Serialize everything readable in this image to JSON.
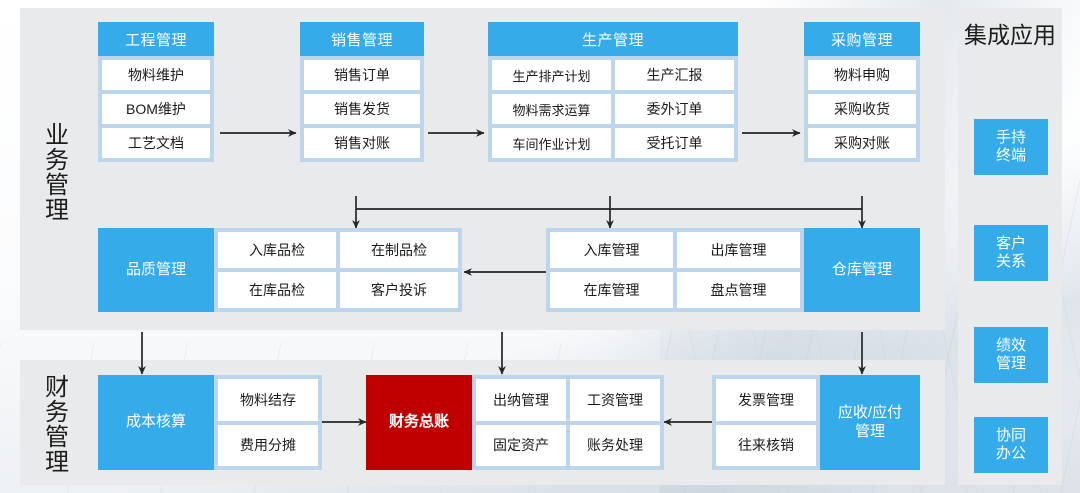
{
  "sections": {
    "business": {
      "label": "业务管理"
    },
    "finance": {
      "label": "财务管理"
    },
    "integrated": {
      "title": "集成应用"
    }
  },
  "colors": {
    "header_blue": "#35ace9",
    "body_light_blue": "#bdd6ec",
    "panel_gray": "#e9eaeb",
    "highlight_red": "#c00000",
    "item_white": "#ffffff",
    "text_dark": "#1b1b1b"
  },
  "business_row1": [
    {
      "id": "engineering",
      "title": "工程管理",
      "items": [
        "物料维护",
        "BOM维护",
        "工艺文档"
      ]
    },
    {
      "id": "sales",
      "title": "销售管理",
      "items": [
        "销售订单",
        "销售发货",
        "销售对账"
      ]
    },
    {
      "id": "production",
      "title": "生产管理",
      "col_left": [
        "生产排产计划",
        "物料需求运算",
        "车间作业计划"
      ],
      "col_right": [
        "生产汇报",
        "委外订单",
        "受托订单"
      ]
    },
    {
      "id": "purchasing",
      "title": "采购管理",
      "items": [
        "物料申购",
        "采购收货",
        "采购对账"
      ]
    }
  ],
  "business_row2": [
    {
      "id": "quality",
      "title": "品质管理",
      "title_side": "left",
      "rows": [
        [
          "入库品检",
          "在制品检"
        ],
        [
          "在库品检",
          "客户投诉"
        ]
      ]
    },
    {
      "id": "warehouse",
      "title": "仓库管理",
      "title_side": "right",
      "rows": [
        [
          "入库管理",
          "出库管理"
        ],
        [
          "在库管理",
          "盘点管理"
        ]
      ]
    }
  ],
  "finance_row": [
    {
      "id": "cost-accounting",
      "title": "成本核算",
      "title_side": "left",
      "style": "blue",
      "rows": [
        [
          "物料结存"
        ],
        [
          "费用分摊"
        ]
      ]
    },
    {
      "id": "general-ledger",
      "title": "财务总账",
      "title_side": "left",
      "style": "red",
      "rows": [
        [
          "出纳管理",
          "工资管理"
        ],
        [
          "固定资产",
          "账务处理"
        ]
      ]
    },
    {
      "id": "receivable-payable",
      "title": "应收/应付\n管理",
      "title_side": "right",
      "style": "blue",
      "rows": [
        [
          "发票管理"
        ],
        [
          "往来核销"
        ]
      ]
    }
  ],
  "integrated_apps": [
    {
      "id": "handheld-terminal",
      "label": "手持\n终端"
    },
    {
      "id": "customer-relations",
      "label": "客户\n关系"
    },
    {
      "id": "performance-management",
      "label": "绩效\n管理"
    },
    {
      "id": "collaborative-office",
      "label": "协同\n办公"
    }
  ]
}
